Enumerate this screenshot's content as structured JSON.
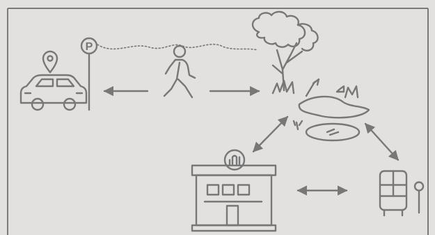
{
  "diagram": {
    "colors": {
      "background": "#e2e1df",
      "frame": "#7a7a7a",
      "ink": "#777777"
    },
    "nodes": [
      {
        "id": "car-with-location-pin",
        "icon": "car-icon"
      },
      {
        "id": "parking-sign",
        "icon": "parking-sign-icon",
        "text": "P"
      },
      {
        "id": "walking-person",
        "icon": "walking-person-icon"
      },
      {
        "id": "nature-area",
        "icon": "tree-pond-icon"
      },
      {
        "id": "building",
        "icon": "building-icon"
      },
      {
        "id": "bus-stop",
        "icon": "bus-stop-icon"
      }
    ],
    "connections": [
      {
        "from": "walking-person",
        "to": "parking-sign",
        "style": "arrow"
      },
      {
        "from": "walking-person",
        "to": "nature-area",
        "style": "arrow"
      },
      {
        "from": "parking-sign",
        "to": "nature-area",
        "style": "dotted-path"
      },
      {
        "from": "nature-area",
        "to": "building",
        "style": "double-arrow"
      },
      {
        "from": "nature-area",
        "to": "bus-stop",
        "style": "double-arrow"
      },
      {
        "from": "building",
        "to": "bus-stop",
        "style": "double-arrow"
      }
    ]
  }
}
